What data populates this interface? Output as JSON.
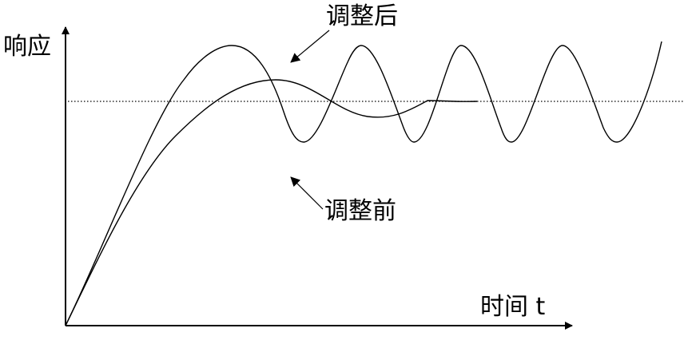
{
  "axes": {
    "y_label": "响应",
    "x_label": "时间 t"
  },
  "annotations": {
    "after_label": "调整后",
    "before_label": "调整前"
  }
}
